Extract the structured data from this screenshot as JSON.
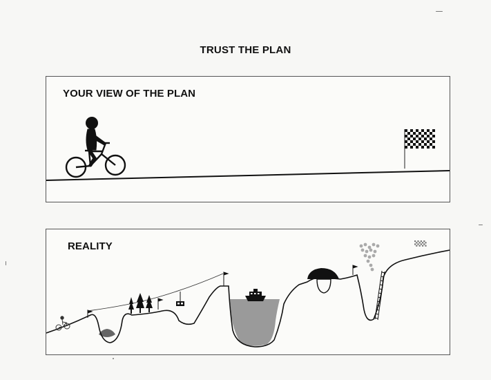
{
  "title": "TRUST THE PLAN",
  "panels": {
    "plan": {
      "label": "YOUR VIEW OF THE PLAN"
    },
    "reality": {
      "label": "REALITY"
    }
  },
  "colors": {
    "ink": "#111111",
    "water": "#9a9a9a",
    "frame": "#555555",
    "paper": "#f7f7f5"
  },
  "icons": [
    "cyclist-icon",
    "bicycle-icon",
    "checkered-flag-icon",
    "pine-tree-icon",
    "cable-car-icon",
    "boat-icon",
    "bridge-icon",
    "ladder-icon",
    "flag-icon"
  ]
}
